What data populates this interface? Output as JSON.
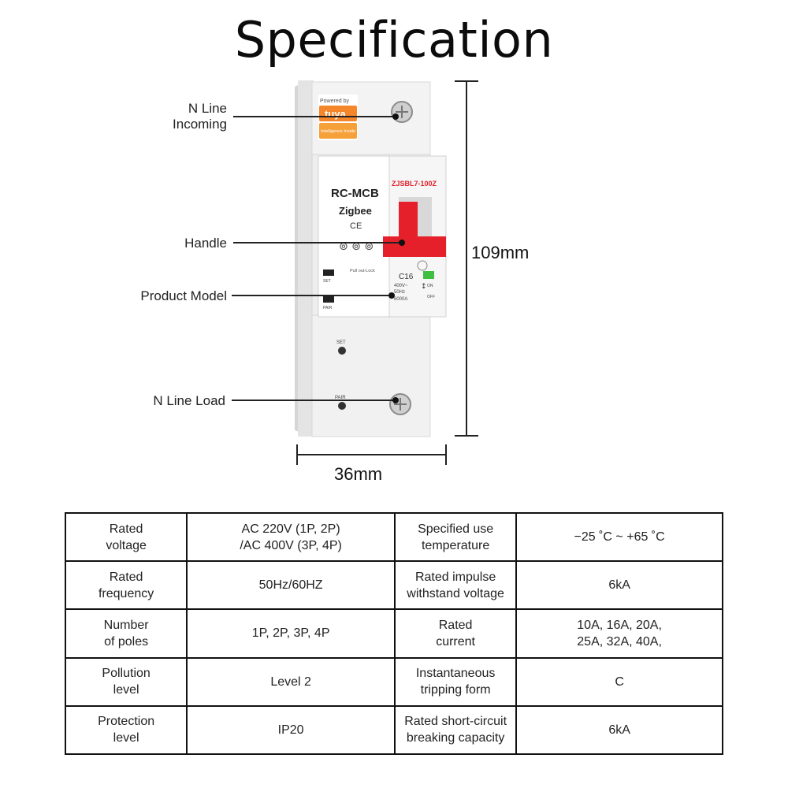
{
  "title": "Specification",
  "device": {
    "brand_top": "Powered by",
    "brand_name": "tuya",
    "brand_bottom": "Intelligence Inside",
    "model_code": "ZJSBL7-100Z",
    "label_main": "RC-MCB",
    "label_sub": "Zigbee",
    "ce_mark": "CE",
    "rating": "C16",
    "rating_detail_1": "400V~",
    "rating_detail_2": "50Hz",
    "rating_detail_3": "6000A",
    "on_label": "ON",
    "off_label": "OFF",
    "set_label": "SET",
    "pair_label": "PAIR",
    "pull_lock": "Pull out-Lock",
    "colors": {
      "handle": "#e5202b",
      "brand_orange": "#f5862a",
      "body": "#ececec",
      "indicator": "#3fbf3f"
    }
  },
  "callouts": {
    "n_line_incoming": "N Line\nIncoming",
    "handle": "Handle",
    "product_model": "Product Model",
    "n_line_load": "N Line Load"
  },
  "dimensions": {
    "height": "109mm",
    "width": "36mm"
  },
  "spec_table": [
    [
      "Rated\nvoltage",
      "AC 220V (1P, 2P)\n/AC 400V (3P, 4P)",
      "Specified use\ntemperature",
      "−25 ˚C ~ +65 ˚C"
    ],
    [
      "Rated\nfrequency",
      "50Hz/60HZ",
      "Rated impulse\nwithstand voltage",
      "6kA"
    ],
    [
      "Number\nof poles",
      "1P, 2P, 3P, 4P",
      "Rated\ncurrent",
      "10A, 16A, 20A,\n25A, 32A, 40A,"
    ],
    [
      "Pollution\nlevel",
      "Level 2",
      "Instantaneous\ntripping form",
      "C"
    ],
    [
      "Protection\nlevel",
      "IP20",
      "Rated short-circuit\nbreaking capacity",
      "6kA"
    ]
  ]
}
